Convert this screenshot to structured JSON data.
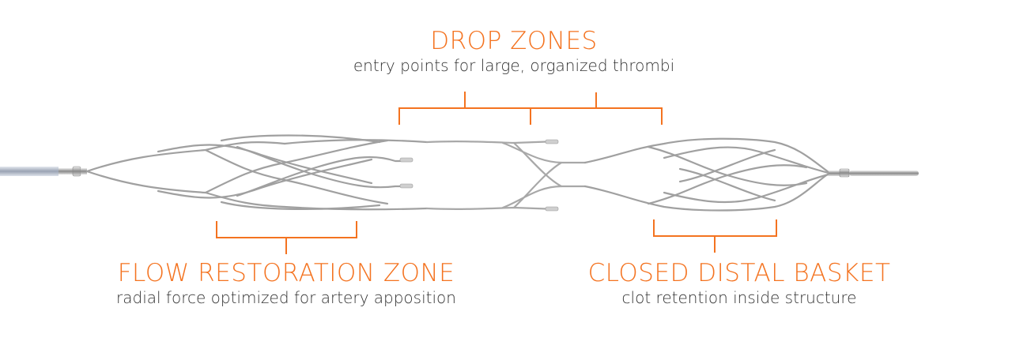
{
  "callouts": {
    "drop_zones": {
      "title": "DROP ZONES",
      "subtitle": "entry points for large, organized thrombi"
    },
    "flow_restoration": {
      "title": "FLOW RESTORATION ZONE",
      "subtitle": "radial force optimized for artery apposition"
    },
    "distal_basket": {
      "title": "CLOSED DISTAL BASKET",
      "subtitle": "clot retention inside structure"
    }
  },
  "colors": {
    "accent": "#f47320",
    "text": "#333333",
    "wire": "#9a9a9a",
    "wire_light": "#c9c9c9"
  }
}
